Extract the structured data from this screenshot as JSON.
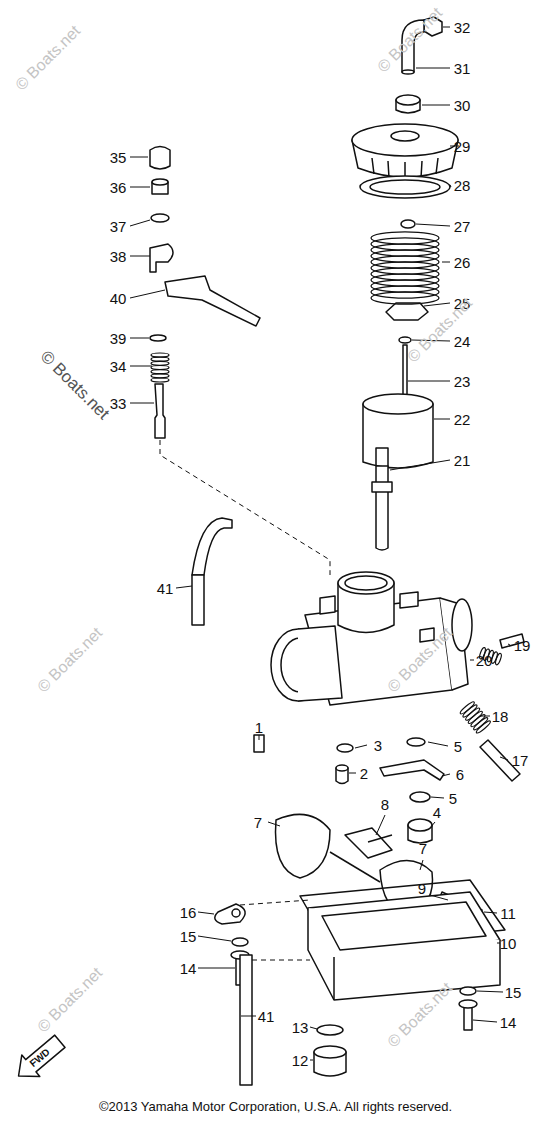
{
  "diagram": {
    "caption": "©2013 Yamaha Motor Corporation, U.S.A. All rights reserved.",
    "labels": [
      "32",
      "31",
      "30",
      "29",
      "28",
      "27",
      "26",
      "25",
      "24",
      "23",
      "22",
      "21",
      "35",
      "36",
      "37",
      "38",
      "40",
      "39",
      "34",
      "33",
      "41",
      "19",
      "20",
      "18",
      "17",
      "1",
      "3",
      "5",
      "2",
      "6",
      "5",
      "4",
      "7",
      "8",
      "7",
      "9",
      "16",
      "15",
      "14",
      "11",
      "10",
      "15",
      "14",
      "41",
      "13",
      "12",
      "FWD",
      "© Boats.net",
      "© Boats.net",
      "© Boats.net",
      "© Boats.net",
      "© Boats.net",
      "© Boats.net",
      "© Boats.net",
      "© Boats.net"
    ]
  }
}
